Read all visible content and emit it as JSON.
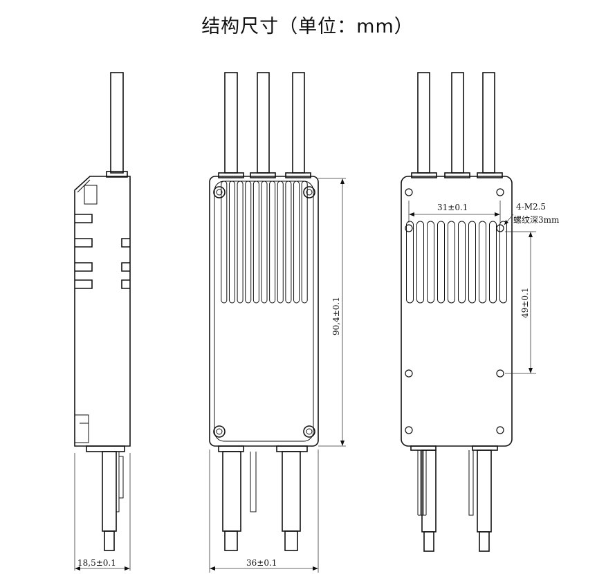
{
  "title": "结构尺寸（单位：mm）",
  "dimensions": {
    "side_width": "18,5±0.1",
    "front_width": "36±0.1",
    "front_height": "90,4±0.1",
    "hole_spacing_x": "31±0.1",
    "hole_spacing_y": "49±0.1",
    "screw_spec": "4-M2.5",
    "screw_depth": "螺纹深3mm"
  }
}
